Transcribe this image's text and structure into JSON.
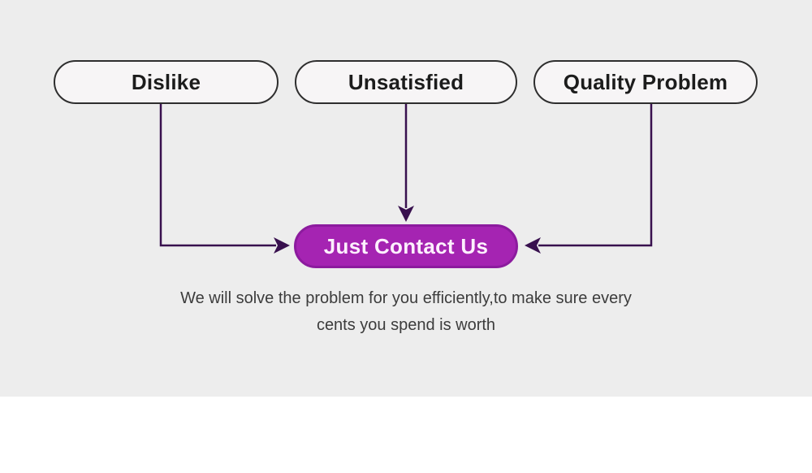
{
  "diagram": {
    "sources": [
      {
        "label": "Dislike"
      },
      {
        "label": "Unsatisfied"
      },
      {
        "label": "Quality Problem"
      }
    ],
    "target": {
      "label": "Just Contact Us"
    },
    "caption": {
      "line1": "We will solve the problem for you efficiently,to make sure every",
      "line2": "cents you spend is worth"
    }
  },
  "colors": {
    "background": "#ededed",
    "panel": "#ffffff",
    "pill_fill": "#f7f5f6",
    "pill_border": "#2e2e2e",
    "pill_text": "#1c1c1c",
    "button_fill": "#a524b2",
    "button_border": "#8c1b9e",
    "button_text": "#fdf0fd",
    "arrow": "#38104e",
    "caption_text": "#3c3c3c"
  }
}
